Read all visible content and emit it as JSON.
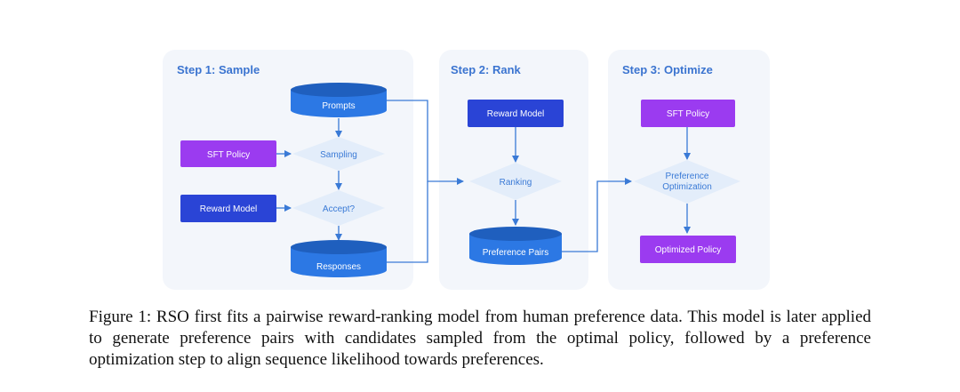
{
  "diagram": {
    "steps": [
      {
        "id": "step1",
        "title": "Step 1: Sample"
      },
      {
        "id": "step2",
        "title": "Step 2: Rank"
      },
      {
        "id": "step3",
        "title": "Step 3: Optimize"
      }
    ],
    "nodes": {
      "prompts": "Prompts",
      "sampling": "Sampling",
      "sft_policy_1": "SFT Policy",
      "reward_model_1": "Reward Model",
      "accept": "Accept?",
      "responses": "Responses",
      "reward_model_2": "Reward Model",
      "ranking": "Ranking",
      "preference_pairs": "Preference Pairs",
      "sft_policy_3": "SFT Policy",
      "preference_optimization_line1": "Preference",
      "preference_optimization_line2": "Optimization",
      "optimized_policy": "Optimized Policy"
    },
    "colors": {
      "panel": "#f3f6fb",
      "cylinder": "#2c78e4",
      "cylinder_top": "#1f5fbe",
      "diamond": "#e3edfa",
      "sft_policy": "#9b3bf0",
      "reward_model": "#2a44d6",
      "arrow": "#3a7ad6"
    }
  },
  "caption": {
    "text": "Figure 1: RSO first fits a pairwise reward-ranking model from human preference data. This model is later applied to generate preference pairs with candidates sampled from the optimal policy, followed by a preference optimization step to align sequence likelihood towards preferences."
  }
}
